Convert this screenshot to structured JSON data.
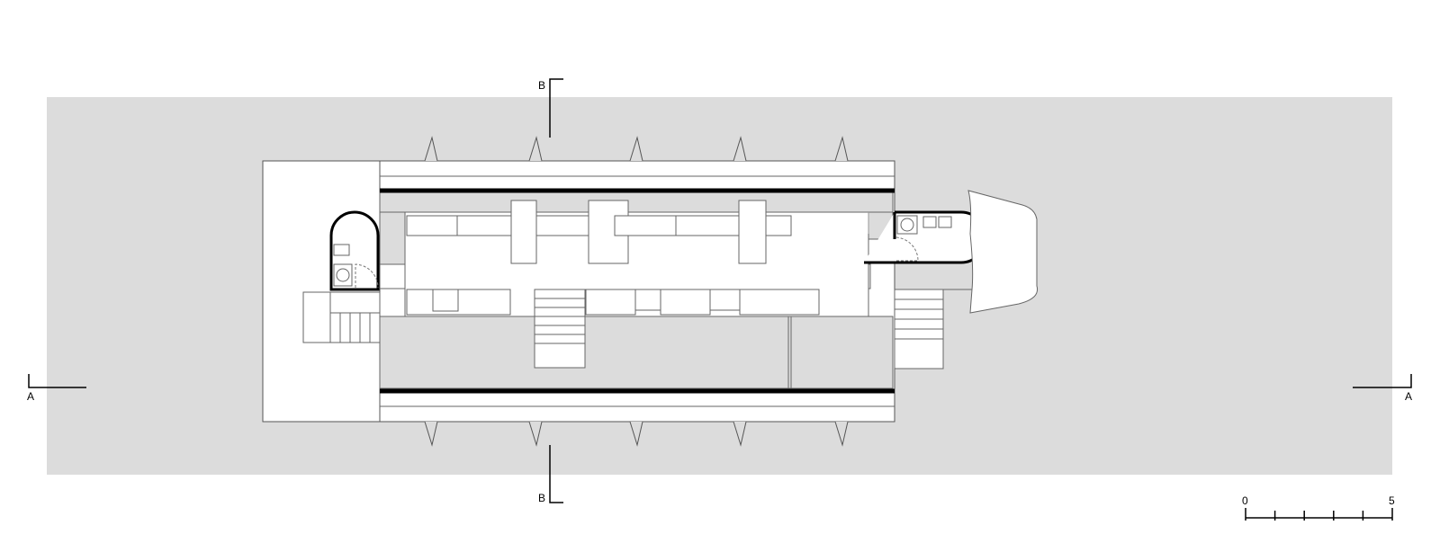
{
  "section_marks": {
    "a_left": "A",
    "a_right": "A",
    "b_top": "B",
    "b_bottom": "B"
  },
  "scale_bar": {
    "start_label": "0",
    "end_label": "5",
    "divisions": 5
  },
  "colors": {
    "site": "#dcdcdc",
    "building": "#ffffff",
    "line": "#000000"
  }
}
